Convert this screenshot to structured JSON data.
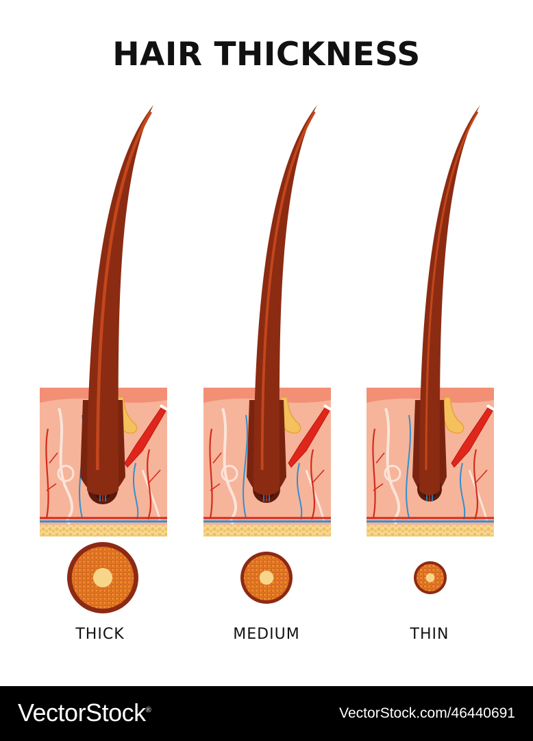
{
  "title": "HAIR THICKNESS",
  "panels": [
    {
      "label": "THICK",
      "thickness": "thick"
    },
    {
      "label": "MEDIUM",
      "thickness": "medium"
    },
    {
      "label": "THIN",
      "thickness": "thin"
    }
  ],
  "footer": {
    "brand": "VectorStock",
    "brand_mark": "®",
    "stock_id": "VectorStock.com/46440691"
  },
  "colors": {
    "hair": "#8b2b12",
    "hair_highlight": "#c4461c",
    "skin": "#f6b49a",
    "epidermis": "#f28f75",
    "fat": "#f3cd7a",
    "artery": "#d42b1b",
    "vein": "#2f8fd0",
    "cross_section_outer": "#8c2a14",
    "cross_section_inner": "#ef8a2a",
    "medulla": "#f7d68a"
  }
}
